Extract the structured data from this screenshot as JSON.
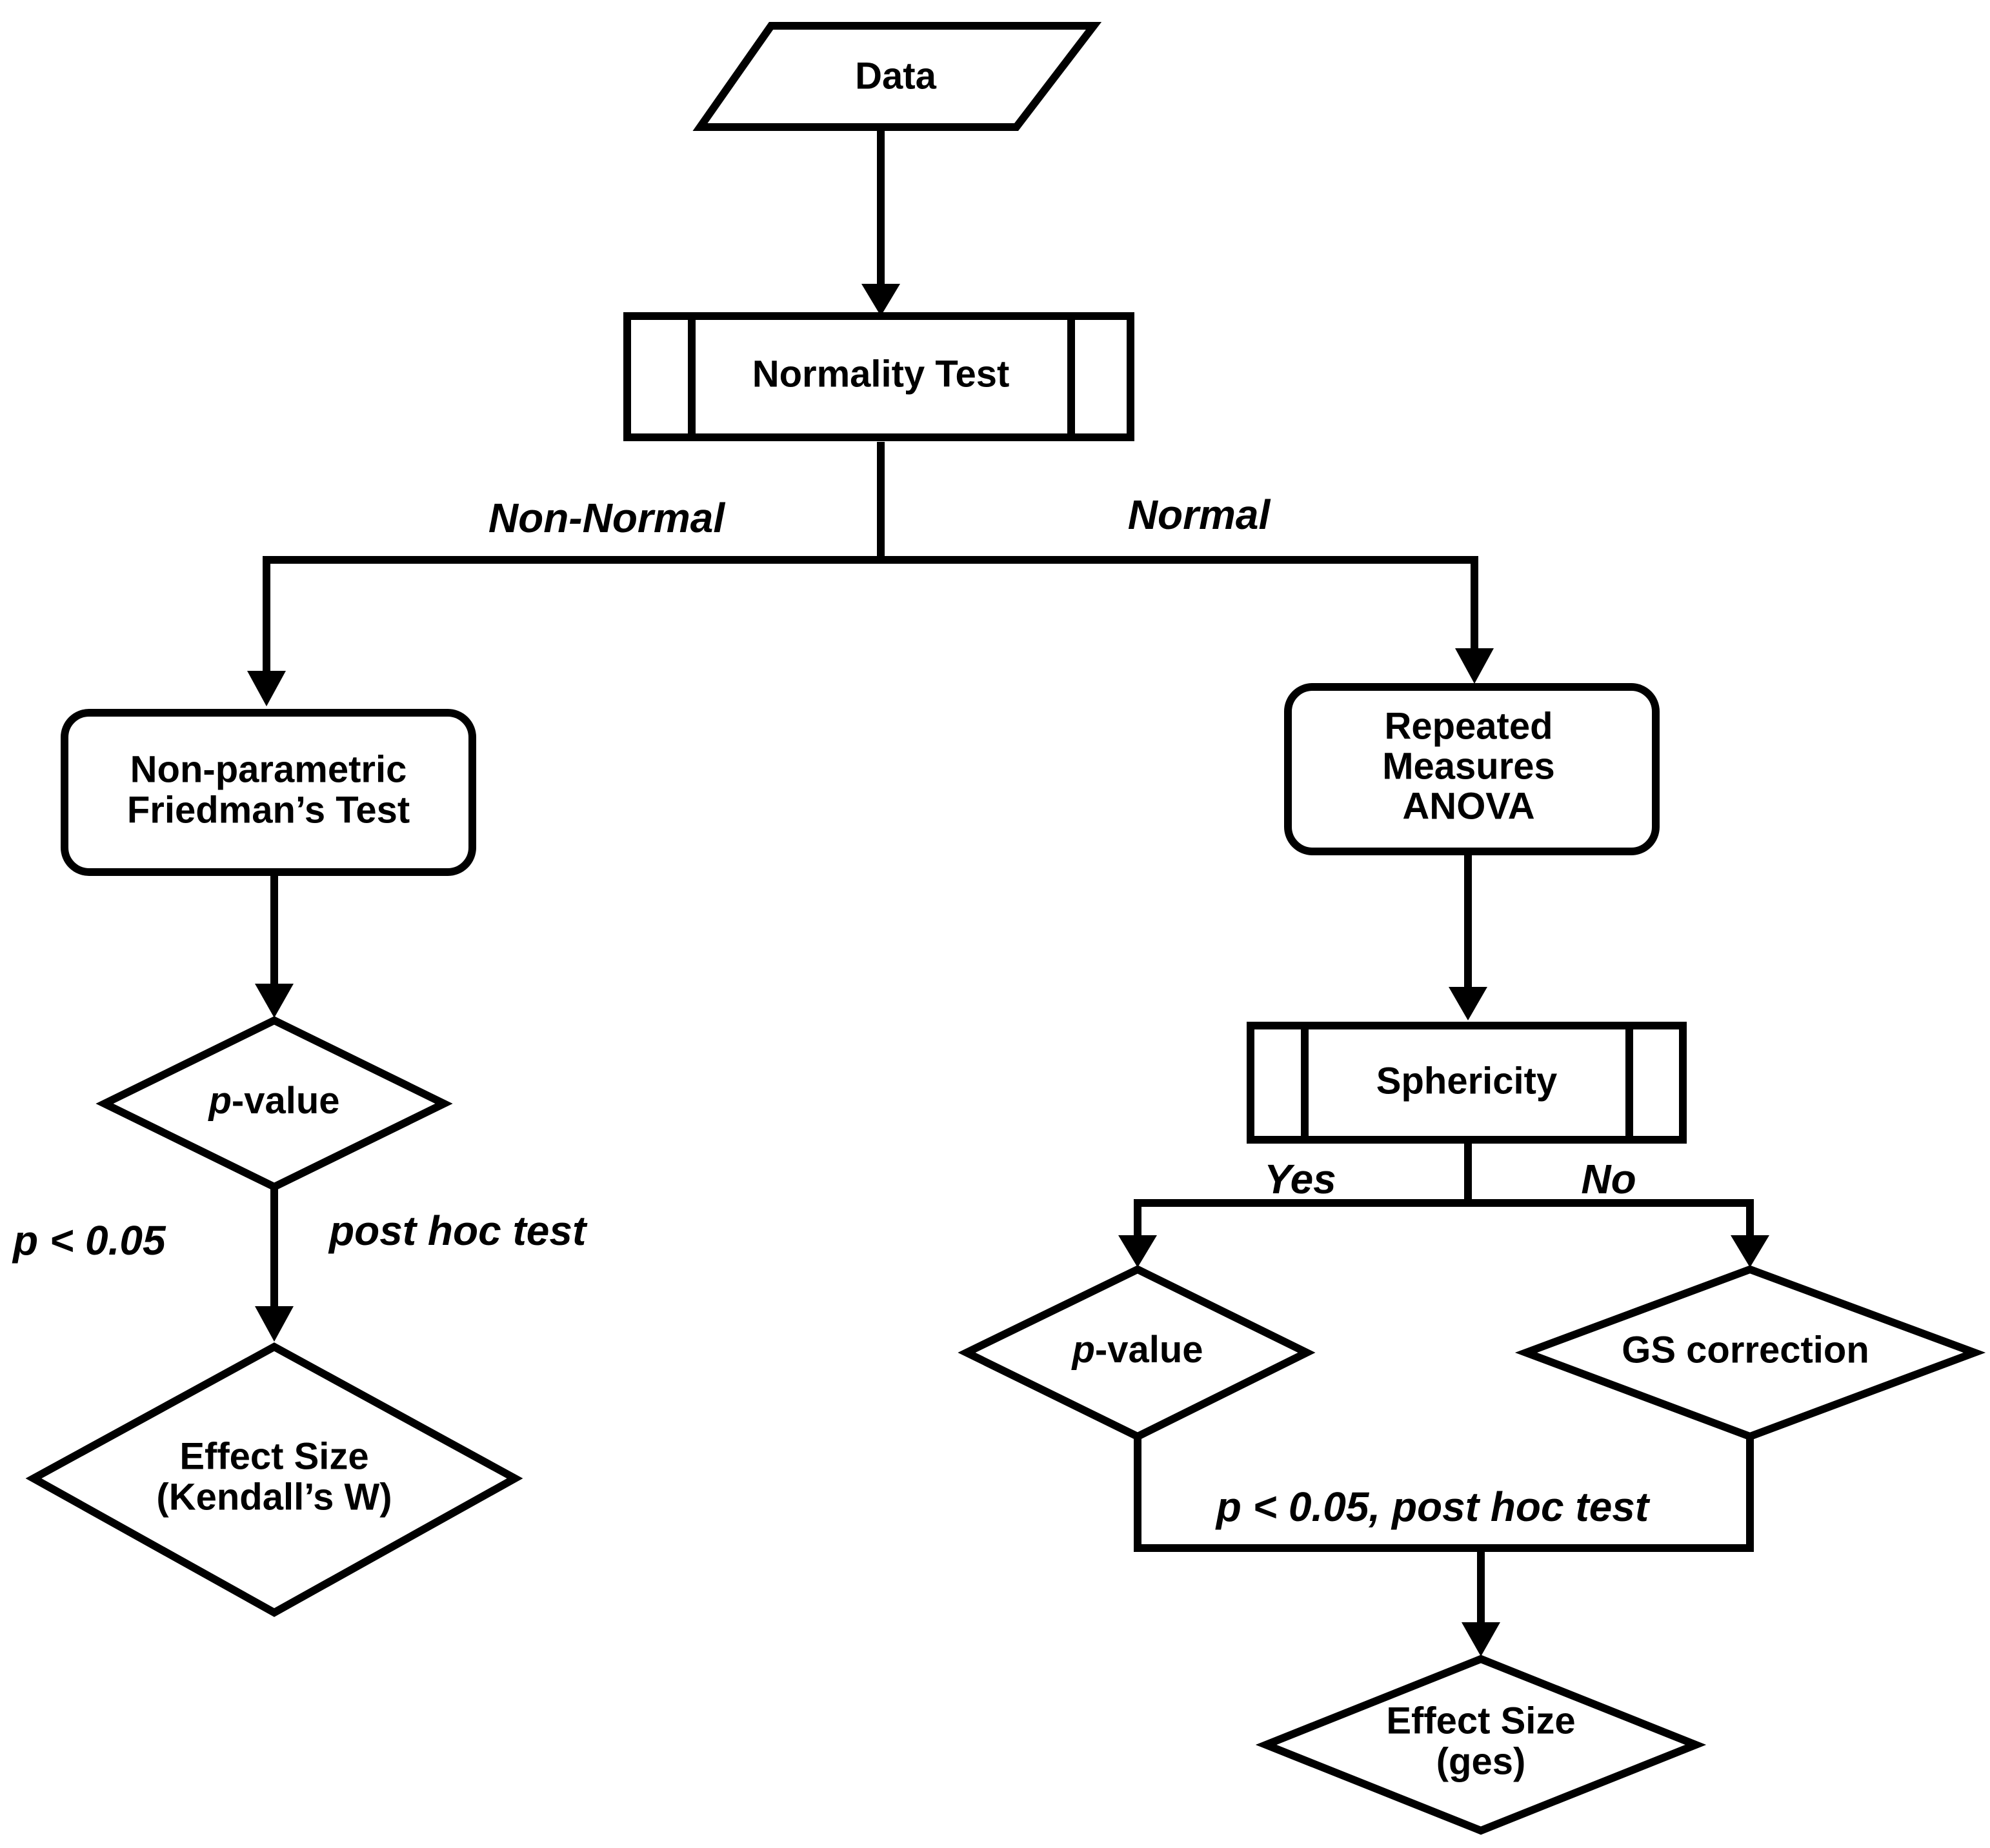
{
  "nodes": {
    "data": {
      "label": "Data"
    },
    "normality_test": {
      "label": "Normality Test"
    },
    "friedman": {
      "lines": [
        "Non-parametric",
        "Friedman’s Test"
      ]
    },
    "pvalue_left": {
      "italic": "p",
      "rest": "-value"
    },
    "effect_kendall": {
      "lines": [
        "Effect Size",
        "(Kendall’s W)"
      ]
    },
    "rm_anova": {
      "lines": [
        "Repeated",
        "Measures",
        "ANOVA"
      ]
    },
    "sphericity": {
      "label": "Sphericity"
    },
    "pvalue_right": {
      "italic": "p",
      "rest": "-value"
    },
    "gs_correction": {
      "label": "GS correction"
    },
    "effect_ges": {
      "lines": [
        "Effect Size",
        "(ges)"
      ]
    }
  },
  "edge_labels": {
    "non_normal": "Non-Normal",
    "normal": "Normal",
    "p_left": "p < 0.05",
    "post_hoc_left": "post hoc test",
    "yes": "Yes",
    "no": "No",
    "p_post_hoc_right": "p < 0.05, post hoc test"
  }
}
